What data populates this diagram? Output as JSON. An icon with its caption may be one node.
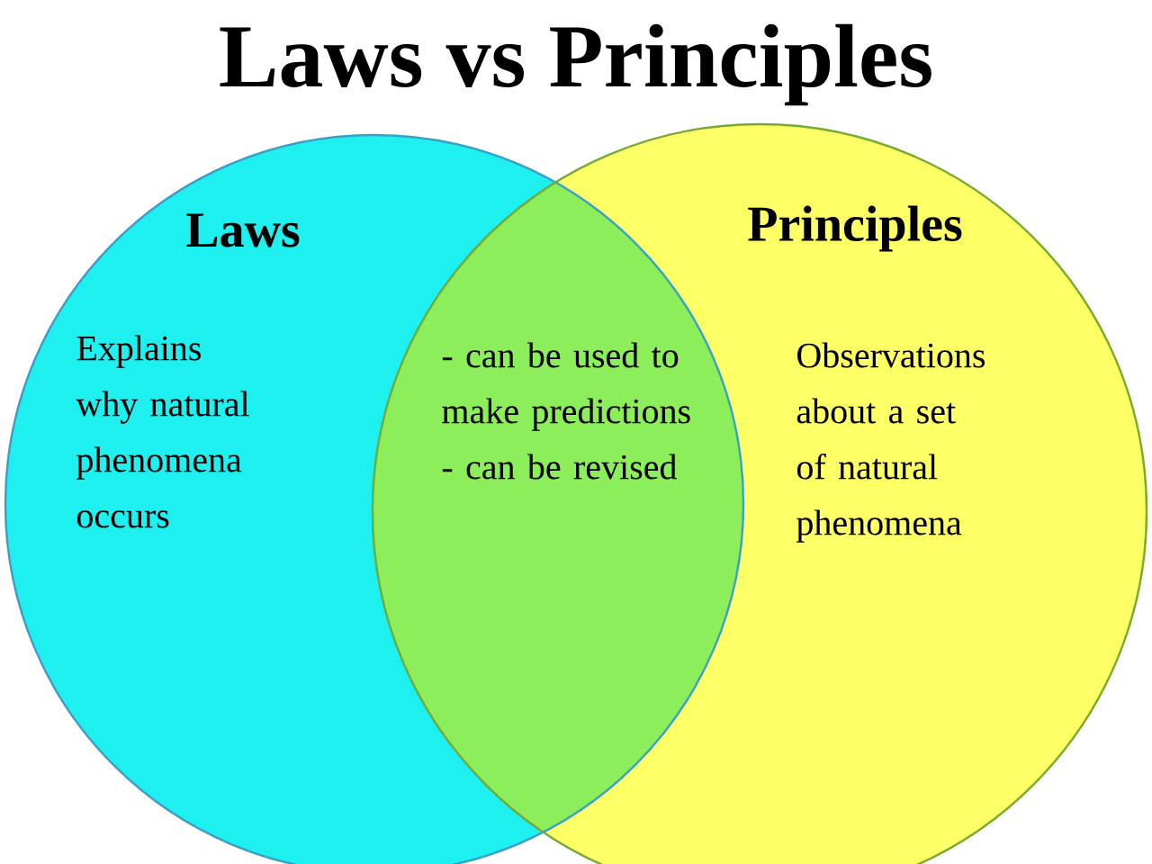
{
  "diagram": {
    "title": "Laws vs Principles",
    "nodes": [
      {
        "text": [
          "Laws",
          "Explains why natural phenomena occurs"
        ]
      },
      {
        "text": [
          "Principles",
          "Observations about a set of natural phenomena"
        ]
      },
      {
        "text": [
          "- can be used to make predictions",
          "- can be revised"
        ]
      }
    ]
  }
}
